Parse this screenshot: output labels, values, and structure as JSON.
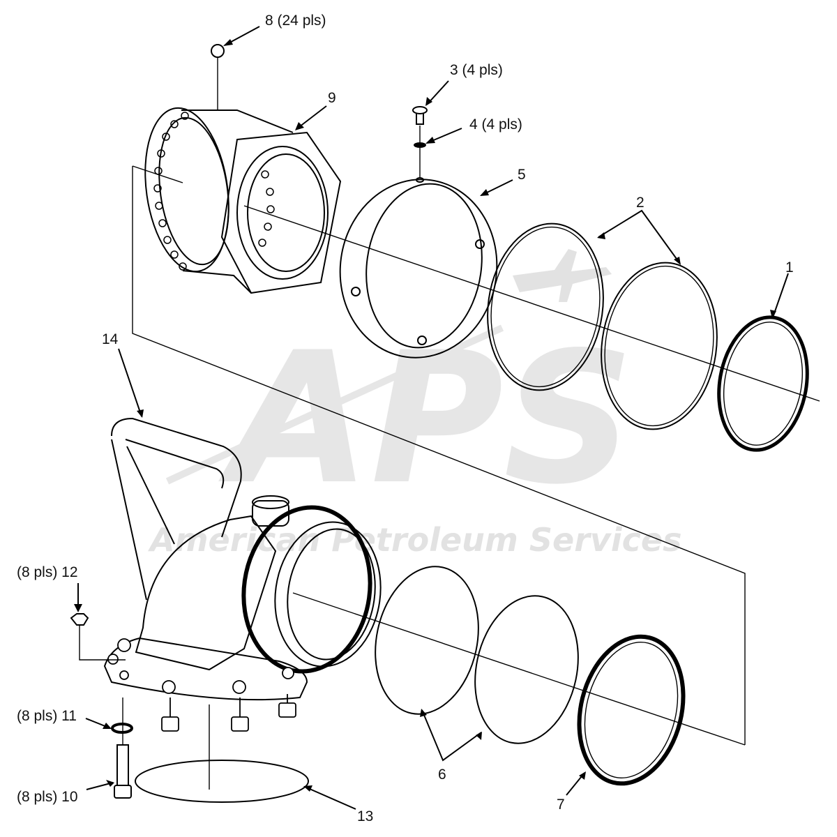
{
  "watermark": {
    "logo_text": "APS",
    "company": "American Petroleum Services"
  },
  "callouts": {
    "p1": "1",
    "p2": "2",
    "p3": "3 (4 pls)",
    "p4": "4 (4 pls)",
    "p5": "5",
    "p6": "6",
    "p7": "7",
    "p8": "8 (24 pls)",
    "p9": "9",
    "p10": "(8 pls) 10",
    "p11": "(8 pls) 11",
    "p12": "(8 pls) 12",
    "p13": "13",
    "p14": "14"
  }
}
